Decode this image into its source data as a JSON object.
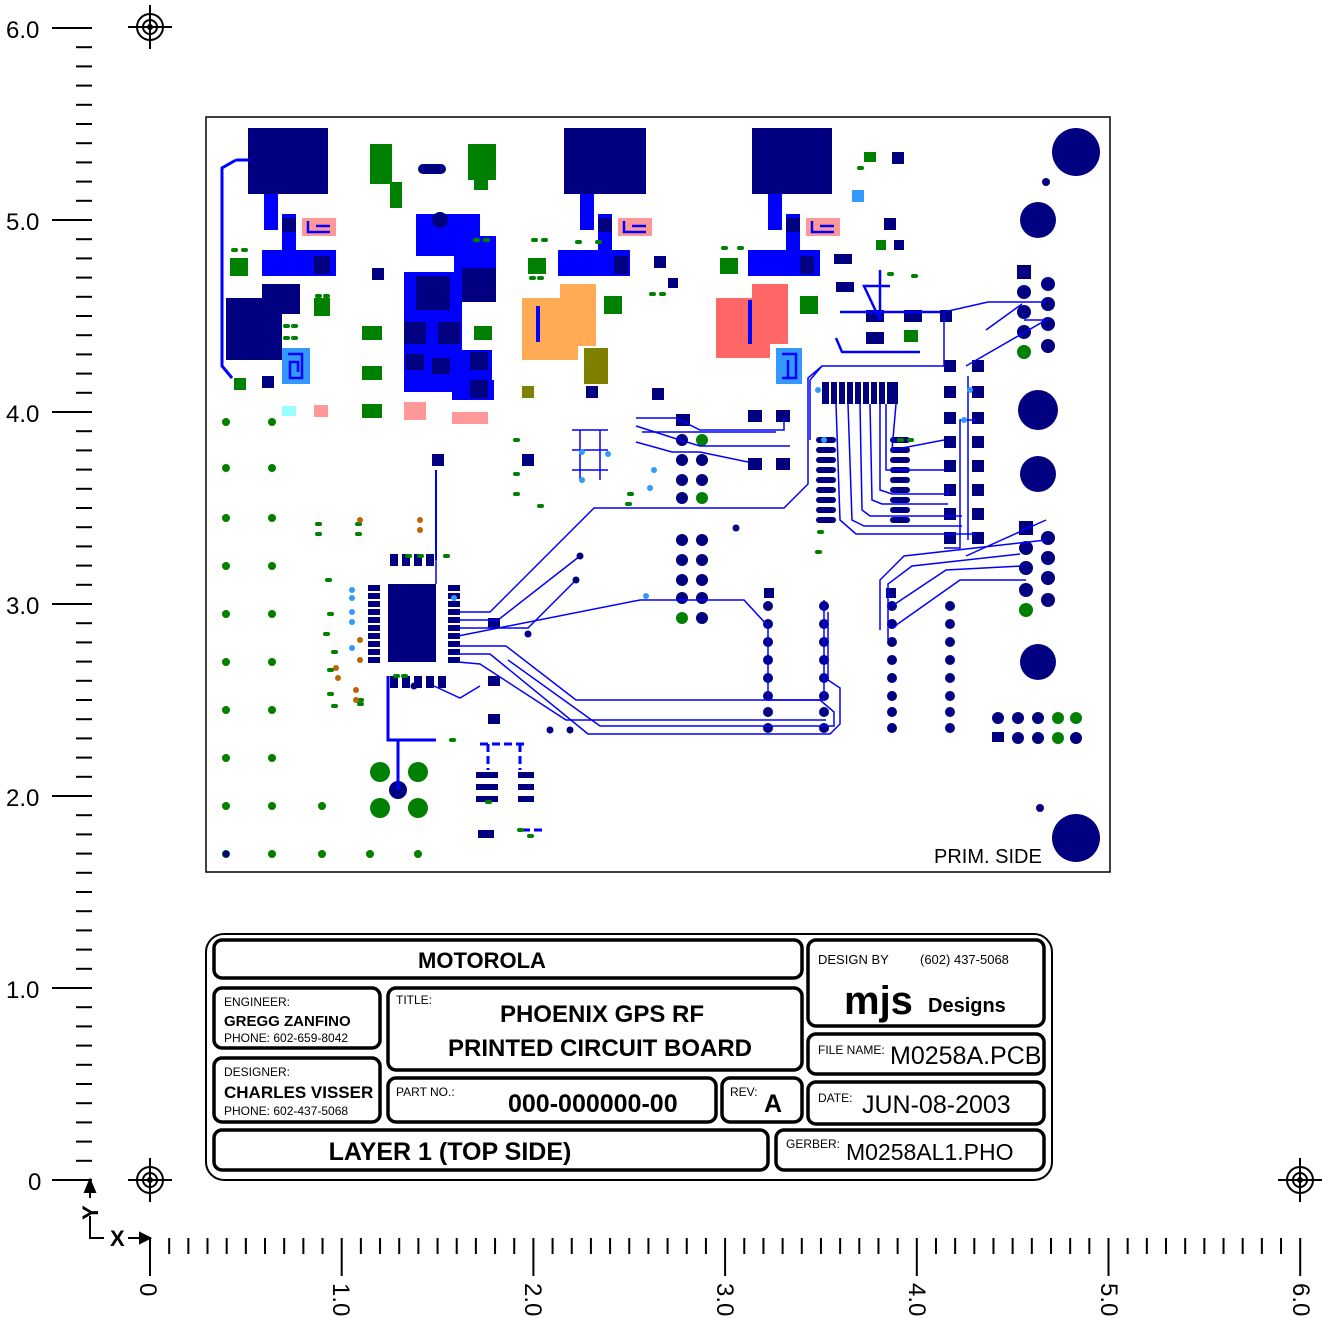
{
  "colors": {
    "background": "#ffffff",
    "ink": "#000000",
    "trace": "#0000ff",
    "pad": "#000080",
    "green_pad": "#008000",
    "light_blue": "#3399ff",
    "cyan": "#99ffff",
    "pink": "#ff9999",
    "orange": "#ffaa55",
    "salmon": "#ff6666",
    "olive": "#808000",
    "brown": "#bb6600"
  },
  "axes": {
    "y_labels": [
      "6.0",
      "5.0",
      "4.0",
      "3.0",
      "2.0",
      "1.0",
      "0"
    ],
    "x_labels": [
      "0",
      "1.0",
      "2.0",
      "3.0",
      "4.0",
      "5.0",
      "6.0"
    ],
    "x_axis_name": "X",
    "y_axis_name": "Y"
  },
  "board": {
    "side_label": "PRIM. SIDE"
  },
  "title_block": {
    "company": "MOTOROLA",
    "design_by_label": "DESIGN BY",
    "design_phone": "(602) 437-5068",
    "logo_mark": "mjs",
    "logo_word": "Designs",
    "engineer_label": "ENGINEER:",
    "engineer_name": "GREGG ZANFINO",
    "engineer_phone": "PHONE: 602-659-8042",
    "title_label": "TITLE:",
    "title_line1": "PHOENIX GPS RF",
    "title_line2": "PRINTED CIRCUIT BOARD",
    "file_name_label": "FILE NAME:",
    "file_name": "M0258A.PCB",
    "designer_label": "DESIGNER:",
    "designer_name": "CHARLES VISSER",
    "designer_phone": "PHONE: 602-437-5068",
    "part_no_label": "PART NO.:",
    "part_no": "000-000000-00",
    "rev_label": "REV:",
    "rev": "A",
    "date_label": "DATE:",
    "date": "JUN-08-2003",
    "layer": "LAYER 1 (TOP SIDE)",
    "gerber_label": "GERBER:",
    "gerber": "M0258AL1.PHO"
  }
}
